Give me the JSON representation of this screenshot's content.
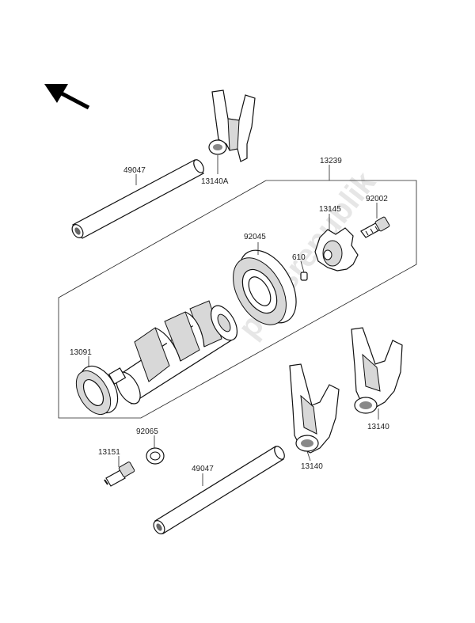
{
  "watermark": "partsrepublik",
  "part_numbers": {
    "shaft_top": "49047",
    "fork_top": "13140A",
    "drum_assembly": "13239",
    "bolt": "92002",
    "stopper_plate": "13145",
    "bearing": "92045",
    "pin": "610",
    "drum_bearing": "13091",
    "washer": "92065",
    "neutral_switch": "13151",
    "shaft_bottom": "49047",
    "fork_mid": "13140",
    "fork_right": "13140"
  }
}
